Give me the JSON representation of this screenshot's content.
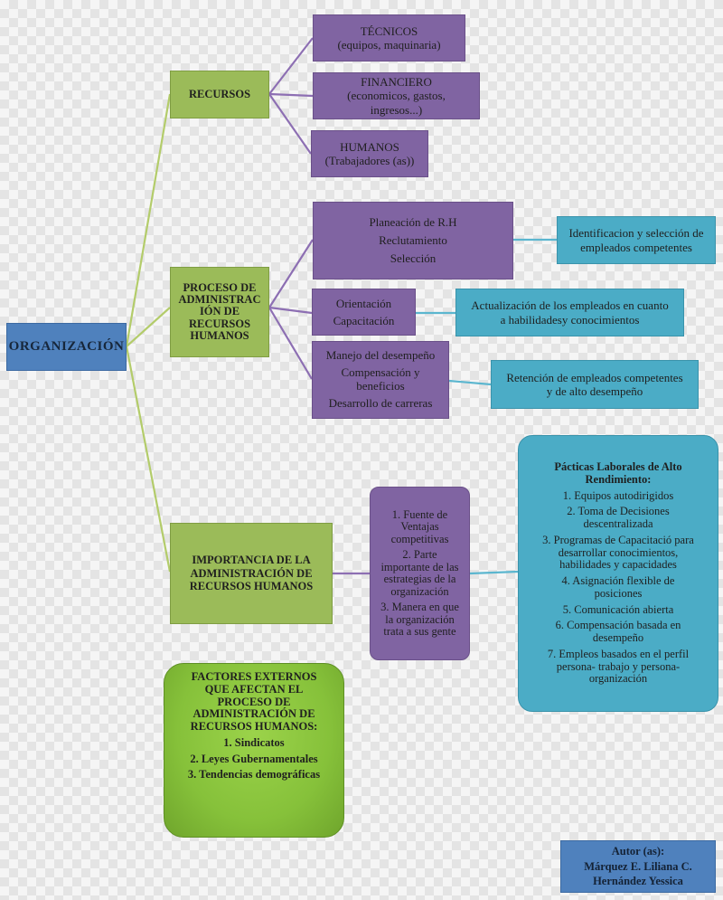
{
  "root": {
    "label": "ORGANIZACIÓN"
  },
  "recursos": {
    "label": "RECURSOS",
    "items": [
      {
        "lines": [
          "TÉCNICOS",
          "(equipos, maquinaria)"
        ]
      },
      {
        "lines": [
          "FINANCIERO",
          "(economicos, gastos,",
          "ingresos...)"
        ]
      },
      {
        "lines": [
          "HUMANOS",
          "(Trabajadores (as))"
        ]
      }
    ]
  },
  "proceso": {
    "label": "PROCESO DE ADMINISTRACIÓN DE RECURSOS HUMANOS",
    "label_lines": [
      "PROCESO DE",
      "ADMINISTRAC",
      "IÓN DE",
      "RECURSOS",
      "HUMANOS"
    ],
    "items": [
      {
        "lines": [
          "Planeación de R.H",
          "Reclutamiento",
          "Selección"
        ],
        "result": [
          "Identificacion y selección de",
          "empleados competentes"
        ]
      },
      {
        "lines": [
          "Orientación",
          "Capacitación"
        ],
        "result": [
          "Actualización de los empleados en cuanto",
          "a habilidadesy conocimientos"
        ]
      },
      {
        "lines": [
          "Manejo del desempeño",
          "Compensación y",
          "beneficios",
          "Desarrollo de carreras"
        ],
        "result": [
          "Retención de empleados competentes",
          "y de alto desempeño"
        ]
      }
    ]
  },
  "importancia": {
    "label_lines": [
      "IMPORTANCIA DE LA",
      "ADMINISTRACIÓN DE",
      "RECURSOS HUMANOS"
    ],
    "reasons": [
      [
        "1. Fuente de",
        "Ventajas",
        "competitivas"
      ],
      [
        "2. Parte",
        "importante de las",
        "estrategias de la",
        "organización"
      ],
      [
        "3. Manera en que",
        "la organización",
        "trata a sus gente"
      ]
    ],
    "practices": {
      "title_lines": [
        "Pácticas Laborales de Alto",
        "Rendimiento:"
      ],
      "items": [
        [
          "1. Equipos autodirigidos"
        ],
        [
          "2. Toma de Decisiones",
          "descentralizada"
        ],
        [
          "3. Programas de Capacitació para",
          "desarrollar conocimientos,",
          "habilidades y capacidades"
        ],
        [
          "4. Asignación flexible de",
          "posiciones"
        ],
        [
          "5. Comunicación abierta"
        ],
        [
          "6. Compensación basada en",
          "desempeño"
        ],
        [
          "7. Empleos basados en el perfil",
          "persona- trabajo y persona-",
          "organización"
        ]
      ]
    }
  },
  "factores": {
    "title_lines": [
      "FACTORES EXTERNOS",
      "QUE AFECTAN EL",
      "PROCESO DE",
      "ADMINISTRACIÓN DE",
      "RECURSOS HUMANOS:"
    ],
    "items": [
      "1. Sindicatos",
      "2. Leyes Gubernamentales",
      "3. Tendencias demográficas"
    ]
  },
  "author": {
    "lines": [
      "Autor (as):",
      "Márquez E. Liliana C.",
      "Hernández Yessica"
    ]
  },
  "colors": {
    "purple": "#8064a2",
    "green": "#9bbb59",
    "teal": "#4bacc6",
    "blue": "#4f81bd",
    "connector_green": "#b3cc6a",
    "connector_purple": "#8d6fb3",
    "connector_teal": "#5bb6cf"
  }
}
